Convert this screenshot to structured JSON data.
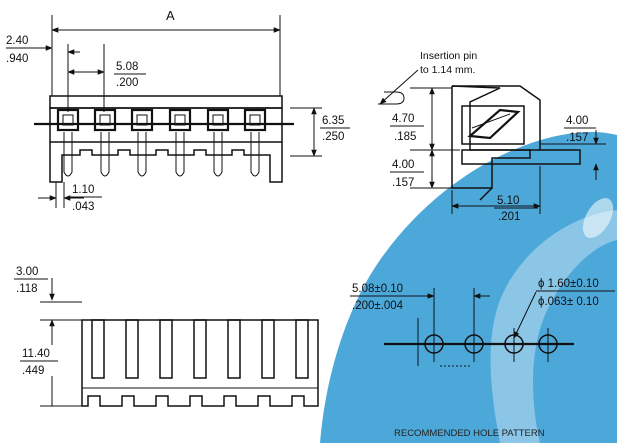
{
  "watermark": {
    "color": "#3a9fd6"
  },
  "front_view": {
    "dim_a": "A",
    "dim_offset_mm": "2.40",
    "dim_offset_in": ".940",
    "dim_pitch_mm": "5.08",
    "dim_pitch_in": ".200",
    "dim_height_mm": "6.35",
    "dim_height_in": ".250",
    "dim_pin_mm": "1.10",
    "dim_pin_in": ".043"
  },
  "side_view": {
    "note_line1": "Insertion pin",
    "note_line2": "to 1.14 mm.",
    "dim_upper_mm": "4.70",
    "dim_upper_in": ".185",
    "dim_lower_mm": "4.00",
    "dim_lower_in": ".157",
    "dim_right_mm": "4.00",
    "dim_right_in": ".157",
    "dim_depth_mm": "5.10",
    "dim_depth_in": ".201"
  },
  "bottom_view": {
    "dim_top_mm": "3.00",
    "dim_top_in": ".118",
    "dim_height_mm": "11.40",
    "dim_height_in": ".449"
  },
  "hole_pattern": {
    "pitch_mm": "5.08±0.10",
    "pitch_in": ".200±.004",
    "hole_mm": "ϕ 1.60±0.10",
    "hole_in": "ϕ.063± 0.10",
    "caption": "RECOMMENDED HOLE PATTERN"
  }
}
